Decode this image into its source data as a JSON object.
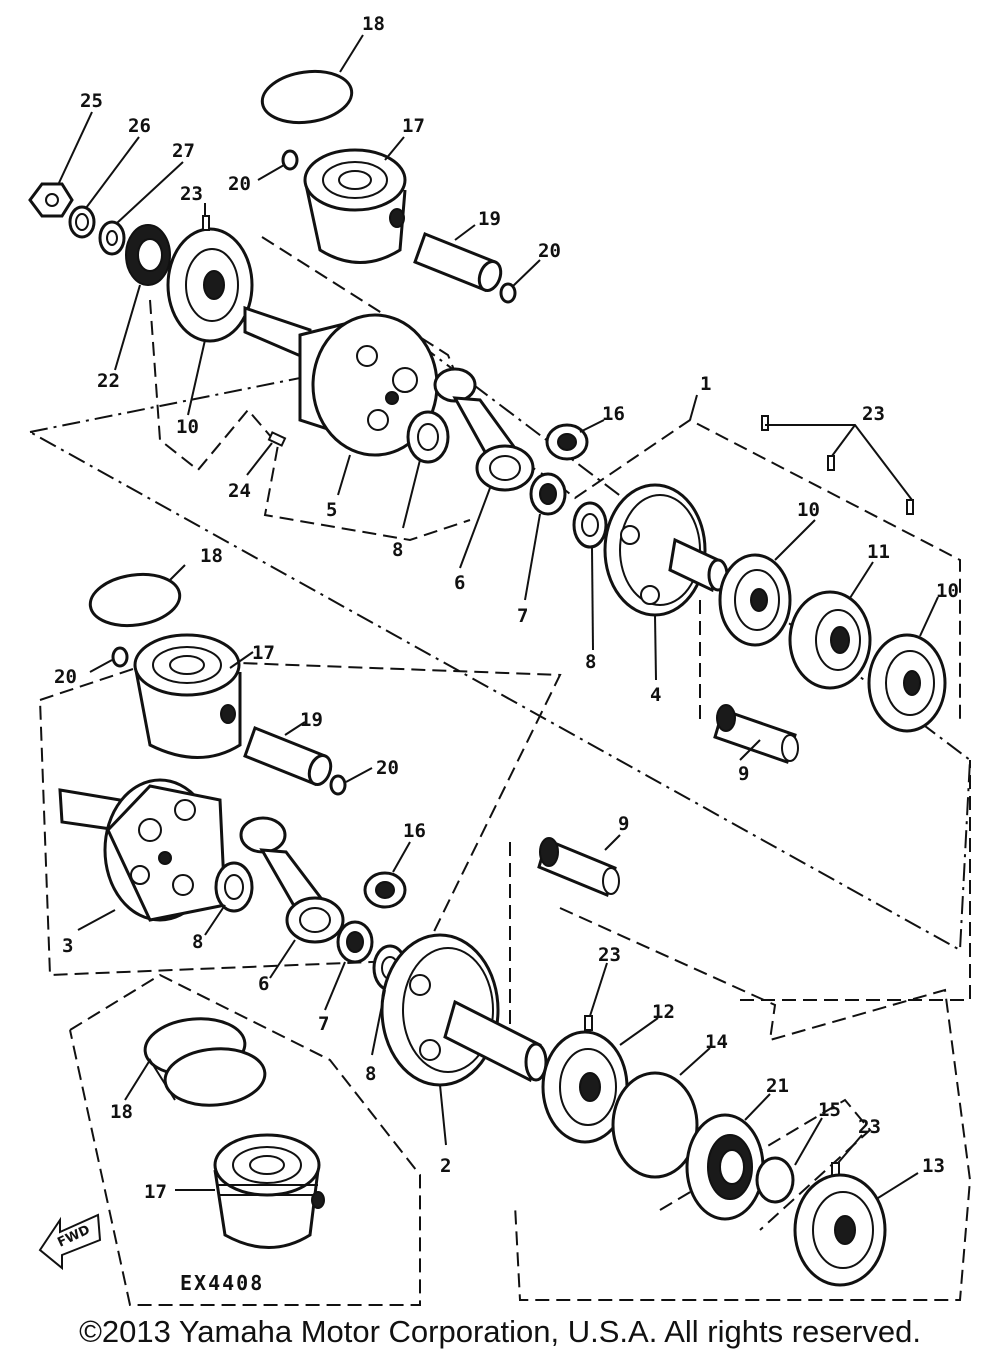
{
  "diagram": {
    "callouts": [
      "1",
      "2",
      "3",
      "4",
      "5",
      "6",
      "7",
      "8",
      "9",
      "10",
      "11",
      "12",
      "13",
      "14",
      "15",
      "16",
      "17",
      "18",
      "19",
      "20",
      "21",
      "22",
      "23",
      "24",
      "25",
      "26",
      "27"
    ],
    "kit_code": "EX4408",
    "direction_arrow_label": "FWD"
  },
  "footer": {
    "copyright": "©2013 Yamaha Motor Corporation, U.S.A. All rights reserved."
  }
}
